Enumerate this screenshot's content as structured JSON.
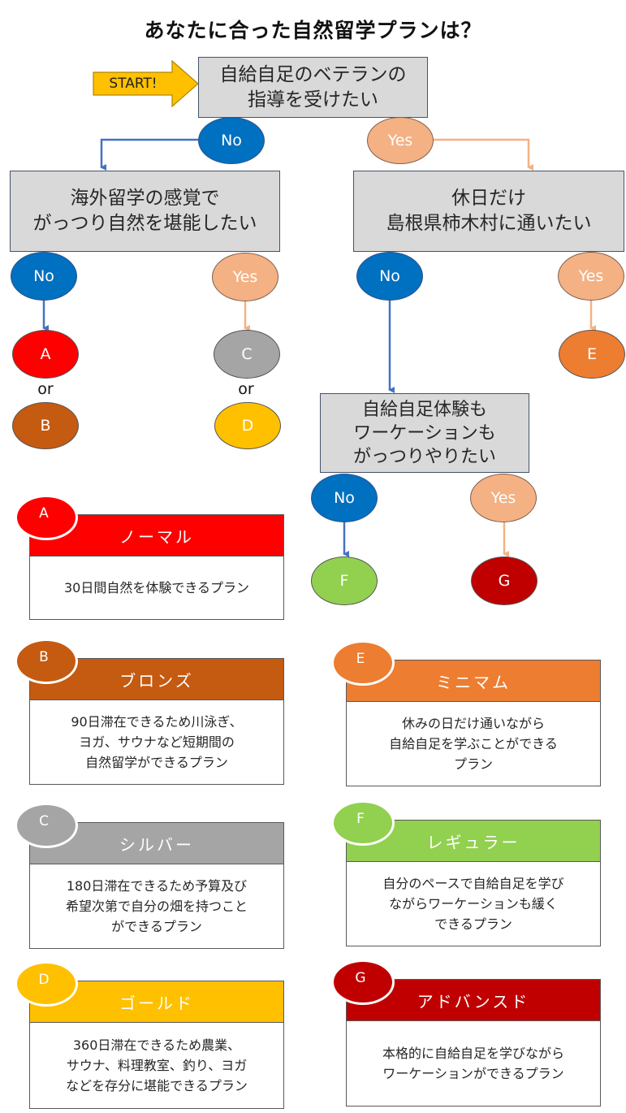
{
  "title": "あなたに合った自然留学プランは？",
  "start_label": "START!",
  "colors": {
    "no": "#0070c0",
    "yes": "#f4b183",
    "question_fill": "#d9d9d9",
    "start_arrow": "#ffc000",
    "A": "#ff0000",
    "B": "#c55a11",
    "C": "#a5a5a5",
    "D": "#ffc000",
    "E": "#ed7d31",
    "F": "#92d050",
    "G": "#c00000"
  },
  "questions": {
    "q1": "自給自足のベテランの\n指導を受けたい",
    "q2": "海外留学の感覚で\nがっつり自然を堪能したい",
    "q3": "休日だけ\n島根県柿木村に通いたい",
    "q4": "自給自足体験も\nワーケーションも\nがっつりやりたい"
  },
  "answers": {
    "no": "No",
    "yes": "Yes"
  },
  "or_label": "or",
  "results": {
    "A": "A",
    "B": "B",
    "C": "C",
    "D": "D",
    "E": "E",
    "F": "F",
    "G": "G"
  },
  "plans": [
    {
      "letter": "A",
      "name": "ノーマル",
      "description": "30日間自然を体験できるプラン"
    },
    {
      "letter": "B",
      "name": "ブロンズ",
      "description": "90日滞在できるため川泳ぎ、\nヨガ、サウナなど短期間の\n自然留学ができるプラン"
    },
    {
      "letter": "C",
      "name": "シルバー",
      "description": "180日滞在できるため予算及び\n希望次第で自分の畑を持つこと\nができるプラン"
    },
    {
      "letter": "D",
      "name": "ゴールド",
      "description": "360日滞在できるため農業、\nサウナ、料理教室、釣り、ヨガ\nなどを存分に堪能できるプラン"
    },
    {
      "letter": "E",
      "name": "ミニマム",
      "description": "休みの日だけ通いながら\n自給自足を学ぶことができる\nプラン"
    },
    {
      "letter": "F",
      "name": "レギュラー",
      "description": "自分のペースで自給自足を学び\nながらワーケーションも緩く\nできるプラン"
    },
    {
      "letter": "G",
      "name": "アドバンスド",
      "description": "本格的に自給自足を学びながら\nワーケーションができるプラン"
    }
  ]
}
